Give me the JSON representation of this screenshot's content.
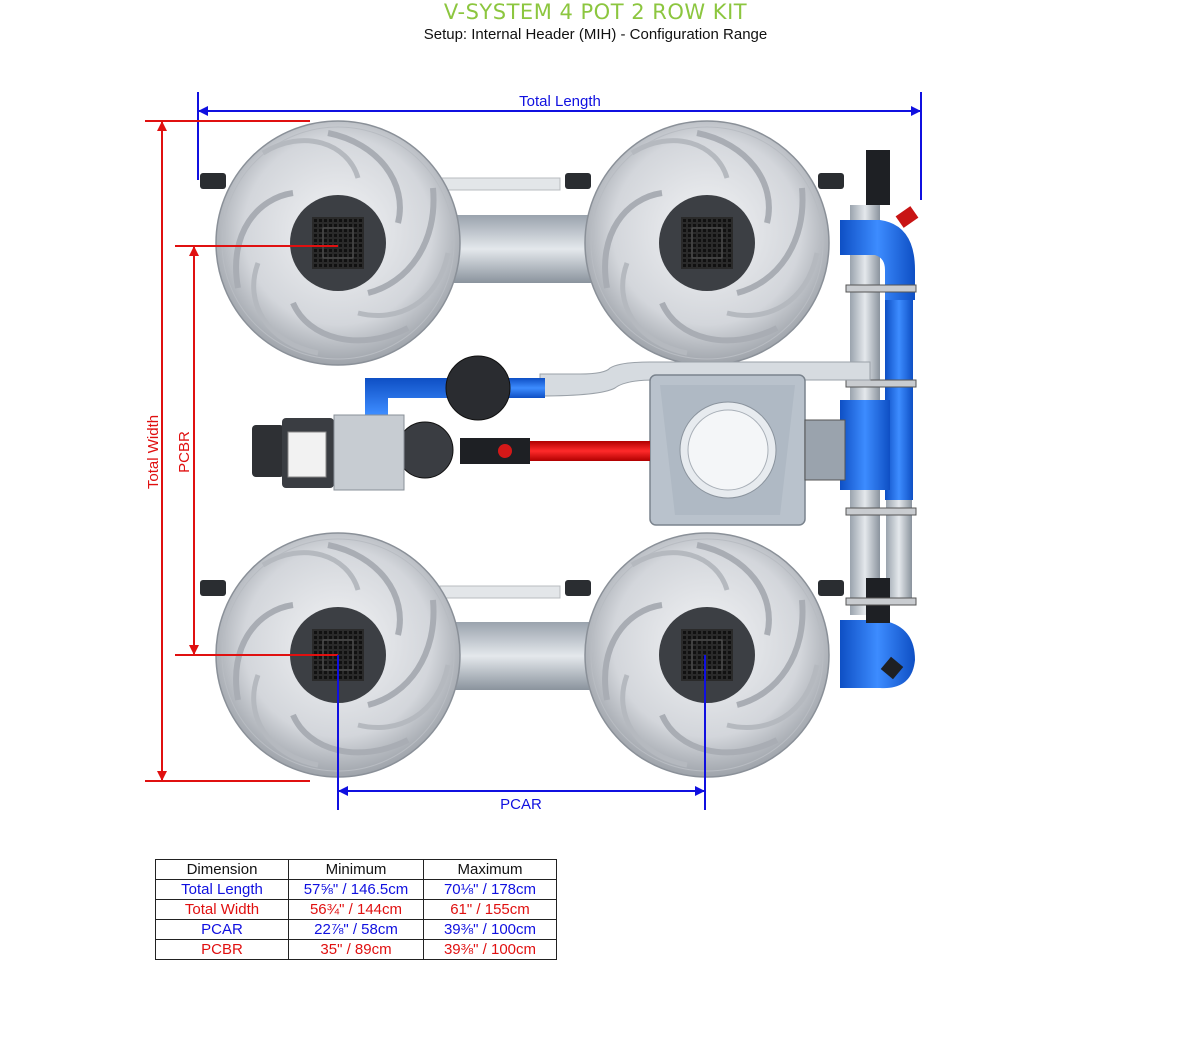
{
  "header": {
    "title": "V-SYSTEM 4 POT 2 ROW KIT",
    "subtitle": "Setup: Internal Header (MIH) - Configuration Range"
  },
  "labels": {
    "total_length": "Total Length",
    "total_width": "Total Width",
    "pcbr": "PCBR",
    "pcar": "PCAR"
  },
  "colors": {
    "title_green": "#8cc63f",
    "dim_blue": "#1010e0",
    "dim_red": "#e01010",
    "pipe_blue": "#1f6fe8",
    "pipe_red": "#e01010"
  },
  "table": {
    "headers": [
      "Dimension",
      "Minimum",
      "Maximum"
    ],
    "rows": [
      {
        "name": "Total Length",
        "min": "57⅝\" / 146.5cm",
        "max": "70⅛\" / 178cm",
        "color": "blue"
      },
      {
        "name": "Total Width",
        "min": "56¾\" / 144cm",
        "max": "61\" / 155cm",
        "color": "red"
      },
      {
        "name": "PCAR",
        "min": "22⅞\" / 58cm",
        "max": "39⅜\" / 100cm",
        "color": "blue"
      },
      {
        "name": "PCBR",
        "min": "35\" / 89cm",
        "max": "39⅜\" / 100cm",
        "color": "red"
      }
    ]
  }
}
